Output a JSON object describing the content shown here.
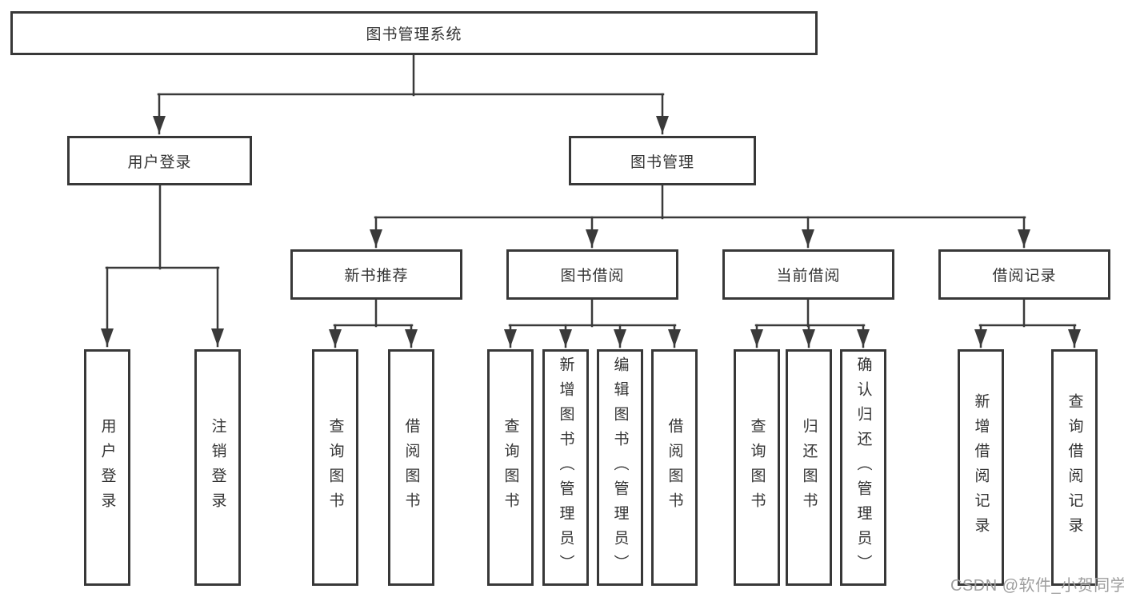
{
  "tree": {
    "label": "图书管理系统",
    "children": [
      {
        "label": "用户登录",
        "children": [
          {
            "label": "用户登录"
          },
          {
            "label": "注销登录"
          }
        ]
      },
      {
        "label": "图书管理",
        "children": [
          {
            "label": "新书推荐",
            "children": [
              {
                "label": "查询图书"
              },
              {
                "label": "借阅图书"
              }
            ]
          },
          {
            "label": "图书借阅",
            "children": [
              {
                "label": "查询图书"
              },
              {
                "label": "新增图书（管理员）"
              },
              {
                "label": "编辑图书（管理员）"
              },
              {
                "label": "借阅图书"
              }
            ]
          },
          {
            "label": "当前借阅",
            "children": [
              {
                "label": "查询图书"
              },
              {
                "label": "归还图书"
              },
              {
                "label": "确认归还（管理员）"
              }
            ]
          },
          {
            "label": "借阅记录",
            "children": [
              {
                "label": "新增借阅记录"
              },
              {
                "label": "查询借阅记录"
              }
            ]
          }
        ]
      }
    ]
  },
  "watermark": {
    "text": "CSDN @软件_小贺同学"
  },
  "colors": {
    "line": "#3a3a3a",
    "box_border": "#383838",
    "text": "#333333",
    "watermark": "#9e9e9e",
    "background": "#ffffff"
  }
}
